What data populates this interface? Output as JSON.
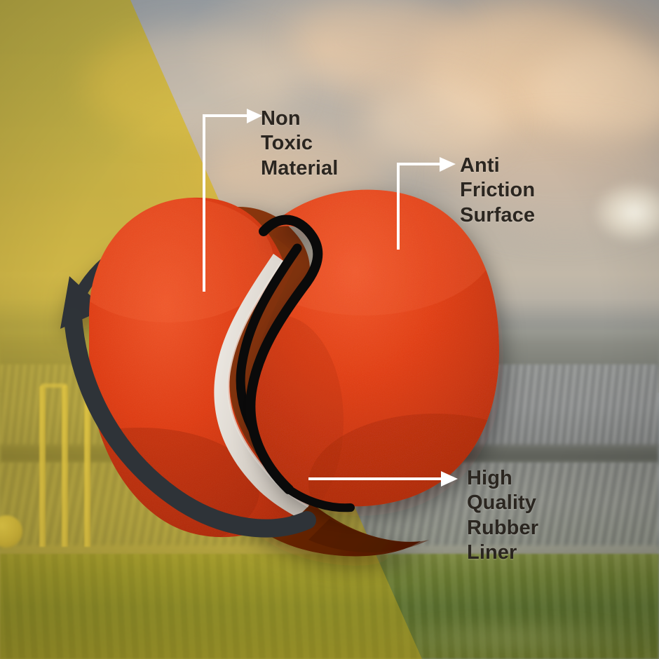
{
  "scene": {
    "subject": "cricket-tennis-ball-cutaway-infographic",
    "background_description": "blurred cricket stadium with cloudy sky and green pitch",
    "overlay_color": "#F3D634",
    "sky_color": "#A2A7AA",
    "cloud_color": "#EFD0AC",
    "grass_color": "#67792F",
    "stand_color": "#888A84"
  },
  "ball": {
    "felt_color": "#E03C12",
    "felt_shadow_color": "#B82C0B",
    "felt_highlight_color": "#EF5526",
    "liner_color": "#DDD8D2",
    "seam_color": "#0A0A0A",
    "rubber_color": "#7A2E08",
    "rubber_shadow_color": "#5A1F04",
    "rubber_highlight_color": "#8E3A0C",
    "rotation_arrow_color": "#2E3338"
  },
  "callouts": [
    {
      "id": "non-toxic-material",
      "label": "Non Toxic\nMaterial",
      "line_color": "#FFFFFF",
      "points_to": "rubber-core"
    },
    {
      "id": "anti-friction-surface",
      "label": "Anti Friction\nSurface",
      "line_color": "#FFFFFF",
      "points_to": "felt-surface"
    },
    {
      "id": "high-quality-rubber-liner",
      "label": "High Quality\nRubber Liner",
      "line_color": "#FFFFFF",
      "points_to": "rubber-liner"
    }
  ],
  "text_color": "#2B2620"
}
